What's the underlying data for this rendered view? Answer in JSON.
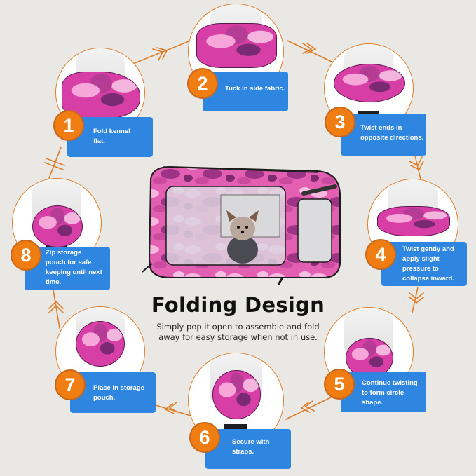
{
  "title": "Folding Design",
  "subtitle_lines": [
    "Simply pop it open to assemble and fold",
    "away for easy storage when not in use."
  ],
  "colors": {
    "background": "#e9e8e5",
    "accent_orange": "#f07d12",
    "step_box_blue": "#2f86e0",
    "kennel_pink": "#d83fa6",
    "title_text": "#111111"
  },
  "steps": [
    {
      "number": "1",
      "lines": [
        "Fold kennel",
        "flat."
      ]
    },
    {
      "number": "2",
      "lines": [
        "Tuck in side fabric."
      ]
    },
    {
      "number": "3",
      "lines": [
        "Twist ends in",
        "opposite directions."
      ]
    },
    {
      "number": "4",
      "lines": [
        "Twist gently and",
        "apply slight",
        "pressure to",
        "collapse inward."
      ]
    },
    {
      "number": "5",
      "lines": [
        "Continue twisting",
        "to form circle",
        "shape."
      ]
    },
    {
      "number": "6",
      "lines": [
        "Secure with",
        "straps."
      ]
    },
    {
      "number": "7",
      "lines": [
        "Place in storage",
        "pouch."
      ]
    },
    {
      "number": "8",
      "lines": [
        "Zip storage",
        "pouch for safe",
        "keeping until next",
        "time."
      ]
    }
  ],
  "center_image": "pink-camo-pop-up-kennel-with-small-dog"
}
